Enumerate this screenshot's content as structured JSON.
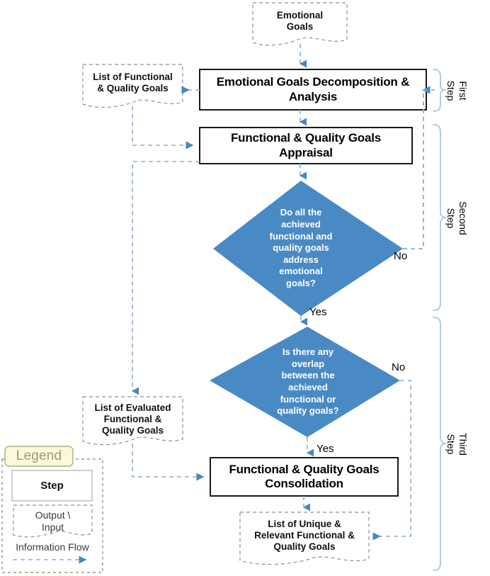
{
  "diagram": {
    "title": "Emotional Goals Decomposition Process Flowchart",
    "colors": {
      "decision_fill": "#4A8AC4",
      "flow_line": "#8FAFCC",
      "arrowhead": "#4A87C0",
      "brace": "#9FC0D8",
      "process_border": "#000000",
      "legend_title_fill": "#FBF8DC",
      "legend_title_border": "#AFAF87",
      "legend_title_text": "#9A9A7A"
    },
    "nodes": {
      "emotional_goals": {
        "type": "document",
        "label": "Emotional\nGoals"
      },
      "list_functional_quality": {
        "type": "document",
        "label": "List of Functional\n& Quality Goals"
      },
      "decomposition": {
        "type": "process",
        "label": "Emotional Goals Decomposition &\nAnalysis"
      },
      "appraisal": {
        "type": "process",
        "label": "Functional & Quality Goals\nAppraisal"
      },
      "decision_address": {
        "type": "decision",
        "label": "Do all the\nachieved\nfunctional and\nquality goals\naddress\nemotional\ngoals?"
      },
      "list_evaluated": {
        "type": "document",
        "label": "List of Evaluated\nFunctional &\nQuality Goals"
      },
      "decision_overlap": {
        "type": "decision",
        "label": "Is there any\noverlap\nbetween the\nachieved\nfunctional or\nquality goals?"
      },
      "consolidation": {
        "type": "process",
        "label": "Functional & Quality Goals\nConsolidation"
      },
      "list_unique": {
        "type": "document",
        "label": "List of Unique &\nRelevant Functional &\nQuality Goals"
      }
    },
    "edge_labels": {
      "no_address": "No",
      "yes_address": "Yes",
      "no_overlap": "No",
      "yes_overlap": "Yes"
    },
    "braces": [
      {
        "id": "first-step",
        "label": "First\nStep"
      },
      {
        "id": "second-step",
        "label": "Second\nStep"
      },
      {
        "id": "third-step",
        "label": "Third\nStep"
      }
    ],
    "legend": {
      "title": "Legend",
      "step_label": "Step",
      "document_label": "Output \\\nInput",
      "flow_label": "Information Flow"
    }
  }
}
